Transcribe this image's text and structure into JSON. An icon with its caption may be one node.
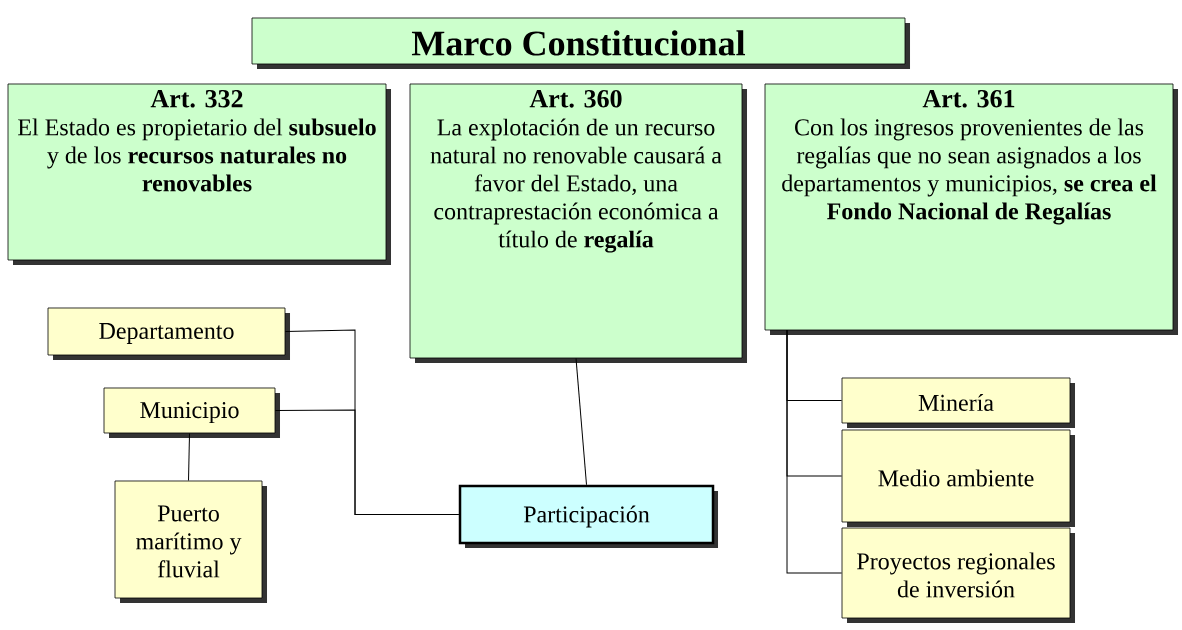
{
  "diagram": {
    "nodes": [
      {
        "text": [
          "Marco Constitucional"
        ]
      },
      {
        "text": [
          "Art. 332",
          "El Estado es propietario del **subsuelo** y de los **recursos naturales no renovables**"
        ]
      },
      {
        "text": [
          "Art. 360",
          "La explotación de un recurso natural no renovable causará a favor del Estado, una contraprestación económica a título de **regalía**"
        ]
      },
      {
        "text": [
          "Art. 361",
          "Con los ingresos provenientes de las regalías que no sean asignados a los departamentos y municipios, **se crea el Fondo Nacional de Regalías**"
        ]
      },
      {
        "text": [
          "Departamento"
        ]
      },
      {
        "text": [
          "Municipio"
        ]
      },
      {
        "text": [
          "Puerto marítimo y fluvial"
        ]
      },
      {
        "text": [
          "Participación"
        ]
      },
      {
        "text": [
          "Minería"
        ]
      },
      {
        "text": [
          "Medio ambiente"
        ]
      },
      {
        "text": [
          "Proyectos regionales de inversión"
        ]
      }
    ],
    "edges": [
      {
        "from": 4,
        "to": 7,
        "arrow": "none"
      },
      {
        "from": 5,
        "to": 7,
        "arrow": "none"
      },
      {
        "from": 5,
        "to": 6,
        "arrow": "none"
      },
      {
        "from": 2,
        "to": 7,
        "arrow": "none"
      },
      {
        "from": 3,
        "to": 8,
        "arrow": "none"
      },
      {
        "from": 3,
        "to": 9,
        "arrow": "none"
      },
      {
        "from": 3,
        "to": 10,
        "arrow": "none"
      }
    ]
  }
}
